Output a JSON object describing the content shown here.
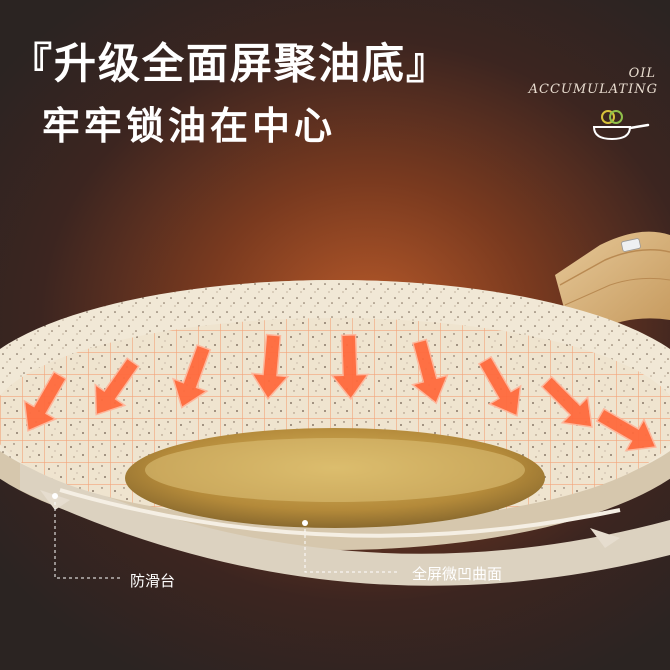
{
  "headline": {
    "line1": "『升级全面屏聚油底』",
    "line2": "牢牢锁油在中心"
  },
  "badge": {
    "line1": "OIL",
    "line2": "ACCUMULATING",
    "icon": "pan-with-oil-icon"
  },
  "callouts": {
    "left": "防滑台",
    "right": "全屏微凹曲面"
  },
  "colors": {
    "arrow": "#ff6a3d",
    "pan_body": "#ece2cc",
    "handle": "#d9b887",
    "oil": "#c9a24a"
  }
}
